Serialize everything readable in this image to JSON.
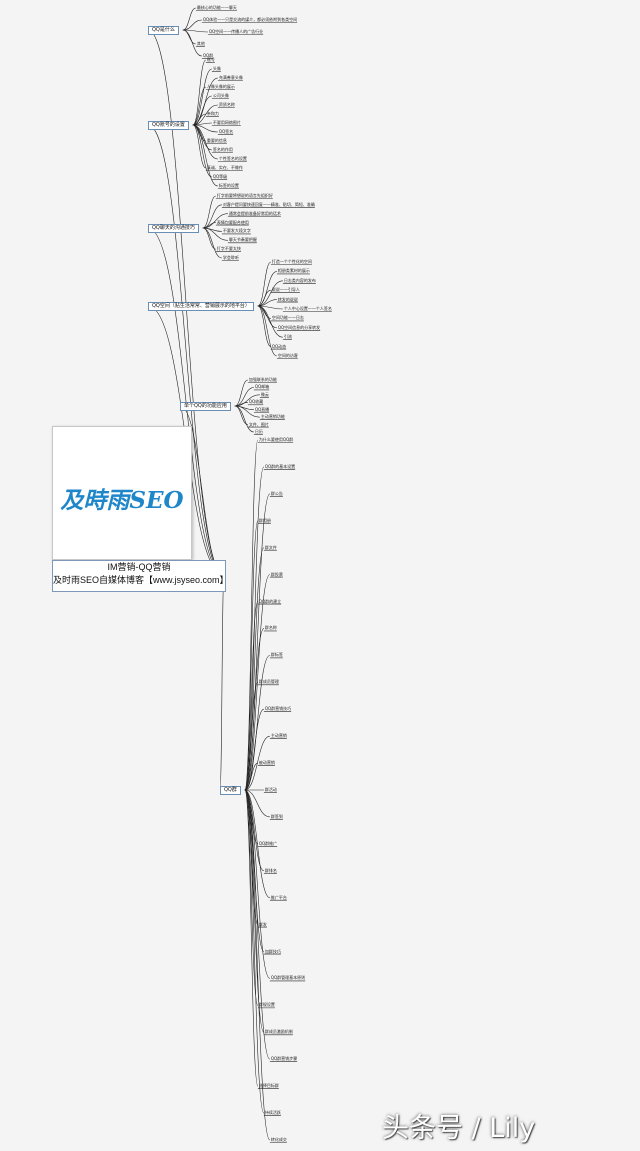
{
  "center": {
    "line1": "IM营销-QQ营销",
    "line2": "及时雨SEO自媒体博客【www.jsyseo.com】"
  },
  "logo": {
    "text": "及時雨SEO",
    "accent": "#1f86c9"
  },
  "watermark": "头条号 / Lily",
  "branches": [
    {
      "label": "QQ是什么",
      "items": [
        "最核心的功能——聊天",
        "QQ体验——只是交流的媒介，都必须依附到各类空间",
        "QQ空间——传播人的广告行业",
        "其他",
        "QQ群"
      ]
    },
    {
      "label": "QQ账号的设置",
      "items": [
        "账号",
        "头像",
        "充满善意头像",
        "人像头像的展示",
        "公司头像",
        "资质名称",
        "亲和力",
        "不要用网络图片",
        "QQ签名",
        "重要的信息",
        "签名的作用",
        "个性签名的设置",
        "真诚、实在、不做作",
        "QQ等级",
        "标签的设置"
      ]
    },
    {
      "label": "QQ聊天的沟通技巧",
      "items": [
        "打字前要将想说的语言先组织好",
        "对客户提问要快速回复——精准、贴切、简短、准确",
        "通常会提前准备好常用的话术",
        "表情包要配合使用",
        "不要发大段文字",
        "聊天节奏要把握",
        "打字不要太快",
        "学会聆听"
      ]
    },
    {
      "label": "QQ空间（贴生活常常、营销展示的地平台）",
      "items": [
        "打造一个个性化的空间",
        "相册类素材的展示",
        "日志类内容的发布",
        "说说——引导人",
        "转发的说说",
        "个人中心设置——个人签名",
        "空间功能——日志",
        "QQ空间信息的分享转发",
        "引流",
        "QQ动态",
        "空间的访客"
      ]
    },
    {
      "label": "单个QQ的功能应用",
      "items": [
        "加强联系的功能",
        "QQ邮箱",
        "微云",
        "QQ收藏",
        "QQ直播",
        "主动营销功能",
        "文件、图片",
        "日历"
      ]
    },
    {
      "label": "QQ群",
      "items": [
        "为什么要使用QQ群",
        "QQ群的基本设置",
        "群公告",
        "群相册",
        "群文件",
        "群投票",
        "QQ群的建立",
        "群名称",
        "群标签",
        "群成员管理",
        "QQ群营销技巧",
        "主动营销",
        "被动营销",
        "群活动",
        "群签到",
        "QQ群推广",
        "群排名",
        "推广平台",
        "群发",
        "加群技巧",
        "QQ群管理基本原则",
        "群规设置",
        "群成员激励机制",
        "QQ群营销步骤",
        "选择目标群",
        "持续活跃",
        "转化成交"
      ]
    }
  ]
}
